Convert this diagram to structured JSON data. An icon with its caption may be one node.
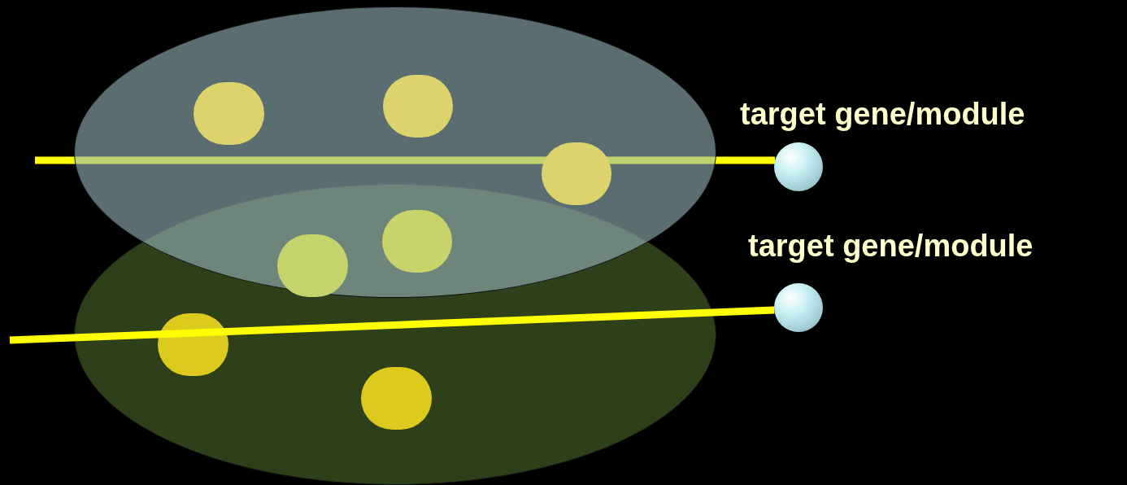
{
  "diagram": {
    "nodes": [
      {
        "text": [],
        "shape": "ellipse"
      },
      {
        "text": [],
        "shape": "circle",
        "in": 0
      },
      {
        "text": [],
        "shape": "circle",
        "in": 0
      },
      {
        "text": [],
        "shape": "circle",
        "in": 0
      },
      {
        "text": [
          "target gene/module"
        ]
      },
      {
        "text": [],
        "shape": "ellipse"
      },
      {
        "text": [],
        "shape": "circle"
      },
      {
        "text": [],
        "shape": "circle"
      },
      {
        "text": [
          "target gene/module"
        ]
      },
      {
        "text": [],
        "shape": "circle",
        "in": 5
      },
      {
        "text": [],
        "shape": "circle",
        "in": 5
      }
    ],
    "edges": [
      {
        "from": null,
        "to": 4,
        "arrow": "none"
      },
      {
        "from": null,
        "to": 8,
        "arrow": "none"
      }
    ]
  }
}
